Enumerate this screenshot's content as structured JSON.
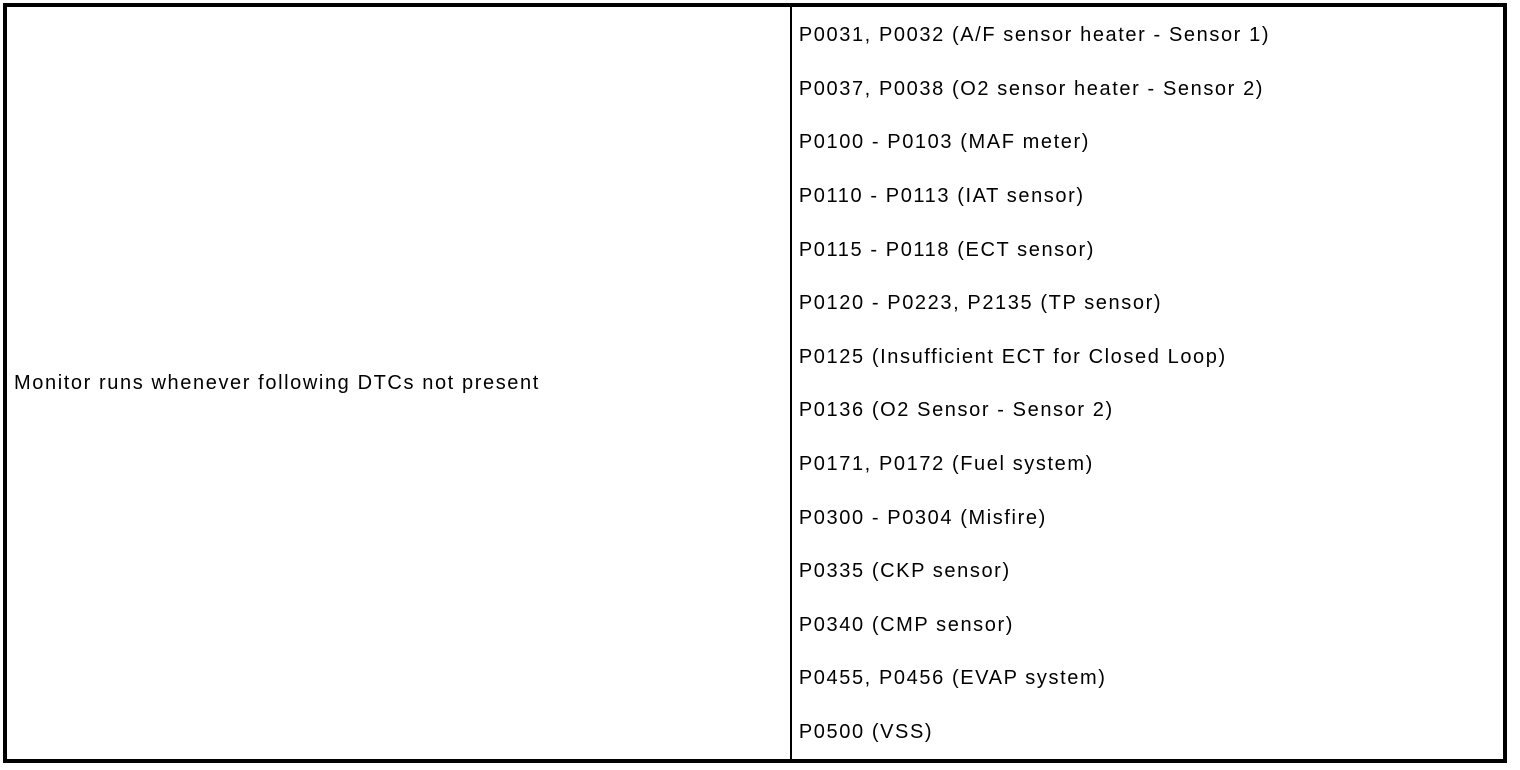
{
  "table": {
    "condition_label": "Monitor runs whenever following DTCs not present",
    "dtc_items": [
      "P0031, P0032 (A/F sensor heater - Sensor 1)",
      "P0037, P0038 (O2 sensor heater - Sensor 2)",
      "P0100 - P0103 (MAF meter)",
      "P0110 - P0113 (IAT sensor)",
      "P0115 - P0118 (ECT sensor)",
      "P0120 - P0223, P2135 (TP sensor)",
      "P0125 (Insufficient ECT for Closed Loop)",
      "P0136 (O2 Sensor - Sensor 2)",
      "P0171, P0172 (Fuel system)",
      "P0300 - P0304 (Misfire)",
      "P0335 (CKP sensor)",
      "P0340 (CMP sensor)",
      "P0455, P0456 (EVAP system)",
      "P0500 (VSS)"
    ],
    "colors": {
      "border": "#000000",
      "text": "#000000",
      "background": "#ffffff"
    }
  }
}
